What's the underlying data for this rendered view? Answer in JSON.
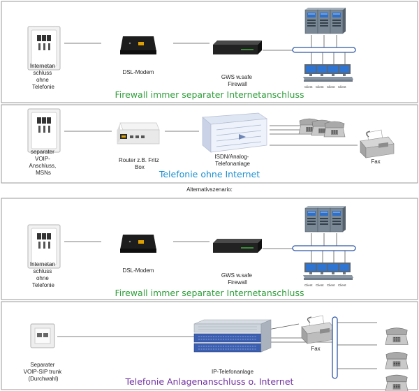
{
  "middle_label": "Alternativszenario:",
  "colors": {
    "caption_green": "#2e9e3a",
    "caption_blue": "#1a8fd0",
    "caption_purple": "#7030a0",
    "bus_blue": "#2f57a8",
    "panel_border": "#9a9a9a"
  },
  "panels": [
    {
      "caption": "Firewall immer separater Internetanschluss",
      "socket_label": [
        "Internetan",
        "schluss",
        "ohne",
        "Telefonie"
      ],
      "modem_label": "DSL-Modem",
      "firewall_label": [
        "GWS w.safe",
        "Firewall"
      ],
      "workstation_labels": [
        "Client",
        "Client",
        "Client",
        "Client"
      ]
    },
    {
      "caption": "Telefonie ohne Internet",
      "socket_label": [
        "separater",
        "VOIP-",
        "Anschluss,",
        "MSNs"
      ],
      "router_label": [
        "Router z.B. Fritz",
        "Box"
      ],
      "pbx_label": [
        "ISDN/Analog-",
        "Telefonanlage"
      ],
      "fax_label": "Fax"
    },
    {
      "caption": "Firewall immer separater Internetanschluss",
      "socket_label": [
        "Internetan",
        "schluss",
        "ohne",
        "Telefonie"
      ],
      "modem_label": "DSL-Modem",
      "firewall_label": [
        "GWS w.safe",
        "Firewall"
      ],
      "workstation_labels": [
        "Client",
        "Client",
        "Client",
        "Client"
      ]
    },
    {
      "caption": "Telefonie Anlagenanschluss o. Internet",
      "socket_label": [
        "Separater",
        "VOIP-SIP trunk",
        "(Durchwahl)"
      ],
      "pbx_label": "IP-Telefonanlage",
      "fax_label": "Fax"
    }
  ]
}
